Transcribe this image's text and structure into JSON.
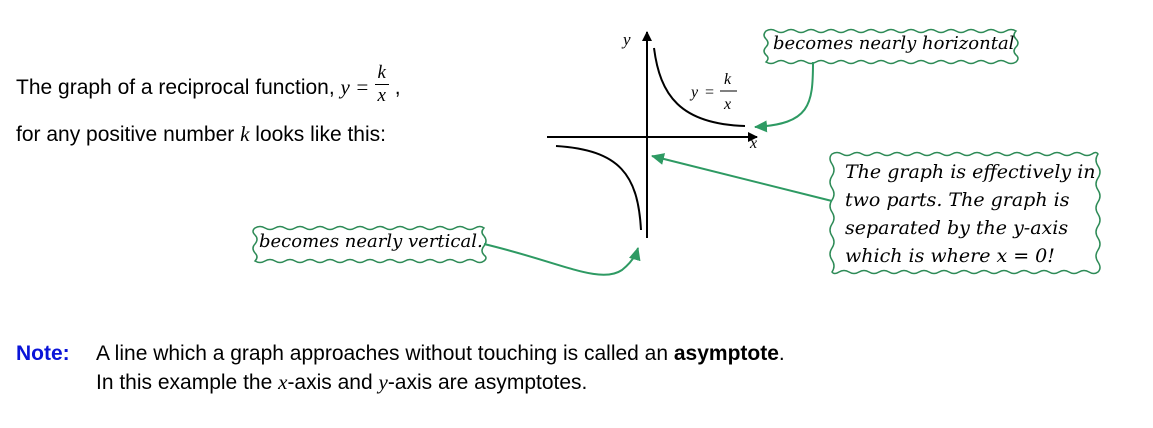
{
  "intro": {
    "line1_prefix": "The graph of a reciprocal function, ",
    "eq_y": "y",
    "eq_equals": " = ",
    "frac_num": "k",
    "frac_den": "x",
    "line1_suffix": " ,",
    "line2_prefix": "for any positive number ",
    "line2_k": "k",
    "line2_suffix": " looks like this:"
  },
  "graph": {
    "y_label": "y",
    "x_label": "x",
    "curve_eq_y": "y",
    "curve_eq_equals": "=",
    "curve_frac_num": "k",
    "curve_frac_den": "x",
    "curve_color": "#000000",
    "axis_color": "#000000"
  },
  "callouts": {
    "horizontal": "becomes nearly horizontal",
    "vertical": "becomes nearly vertical.",
    "two_parts": [
      "The graph is effectively in",
      "two parts.  The graph is",
      "separated by the y-axis",
      "which is where x = 0!"
    ],
    "border_color": "#2e8b57",
    "arrow_color": "#2e9a63"
  },
  "note": {
    "label": "Note:",
    "line1_prefix": "A line which a graph approaches without touching is called an ",
    "line1_bold": "asymptote",
    "line1_suffix": ".",
    "line2_prefix": "In this example the ",
    "line2_x": "x",
    "line2_mid": "-axis and ",
    "line2_y": "y",
    "line2_suffix": "-axis are asymptotes.",
    "label_color": "#0a14d8"
  }
}
